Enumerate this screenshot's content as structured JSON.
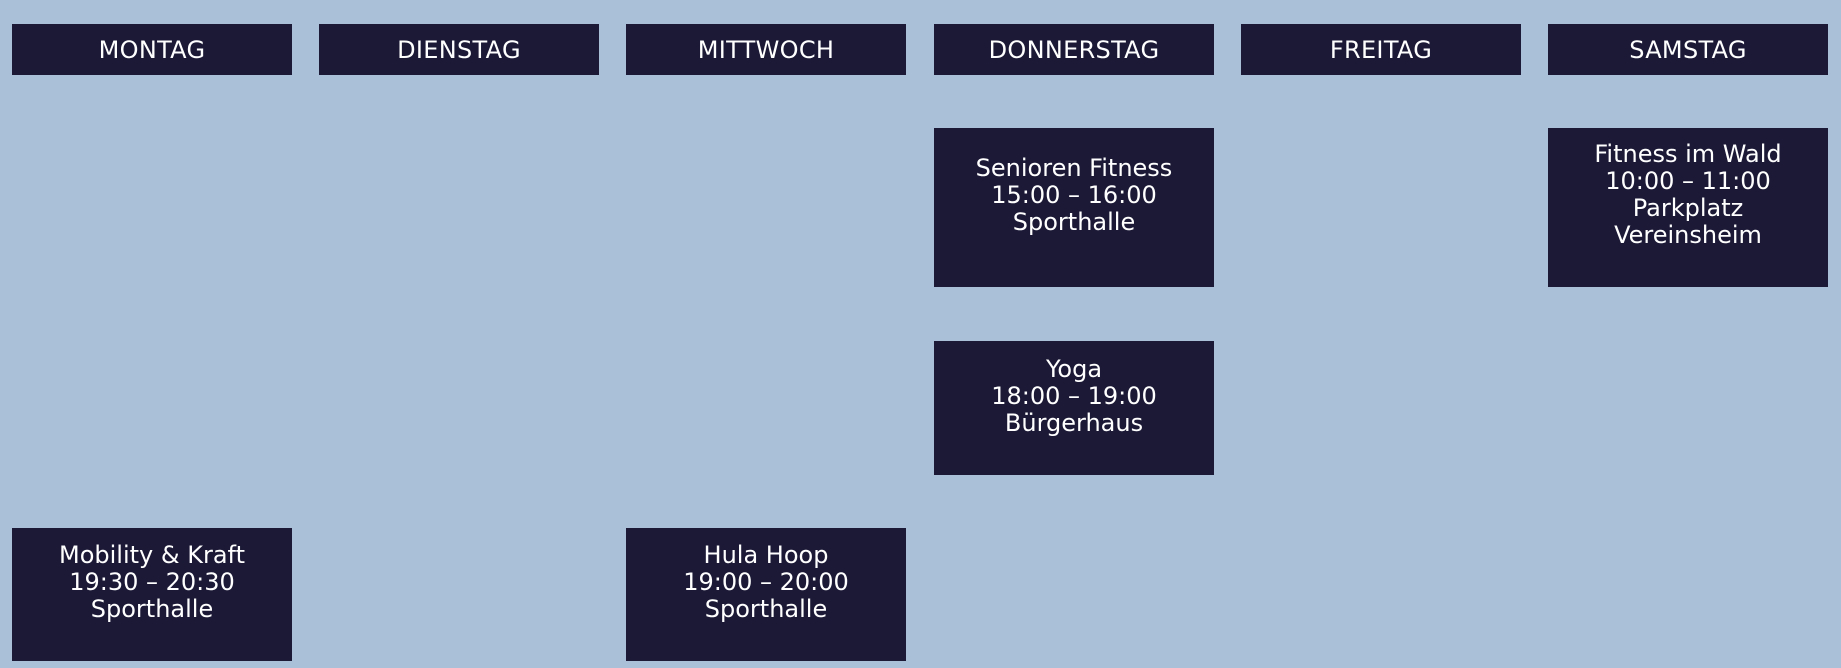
{
  "days": [
    {
      "label": "MONTAG"
    },
    {
      "label": "DIENSTAG"
    },
    {
      "label": "MITTWOCH"
    },
    {
      "label": "DONNERSTAG"
    },
    {
      "label": "FREITAG"
    },
    {
      "label": "SAMSTAG"
    }
  ],
  "events": {
    "senioren_fitness": {
      "title": "Senioren Fitness",
      "time": "15:00 – 16:00",
      "location": "Sporthalle"
    },
    "fitness_im_wald": {
      "title": "Fitness im Wald",
      "time": "10:00 – 11:00",
      "location_line1": "Parkplatz",
      "location_line2": "Vereinsheim"
    },
    "yoga": {
      "title": "Yoga",
      "time": "18:00 – 19:00",
      "location": "Bürgerhaus"
    },
    "mobility_kraft": {
      "title": "Mobility & Kraft",
      "time": "19:30 – 20:30",
      "location": "Sporthalle"
    },
    "hula_hoop": {
      "title": "Hula Hoop",
      "time": "19:00 – 20:00",
      "location": "Sporthalle"
    }
  },
  "colors": {
    "background": "#aabfd8",
    "card": "#1b1936",
    "text": "#ffffff"
  }
}
